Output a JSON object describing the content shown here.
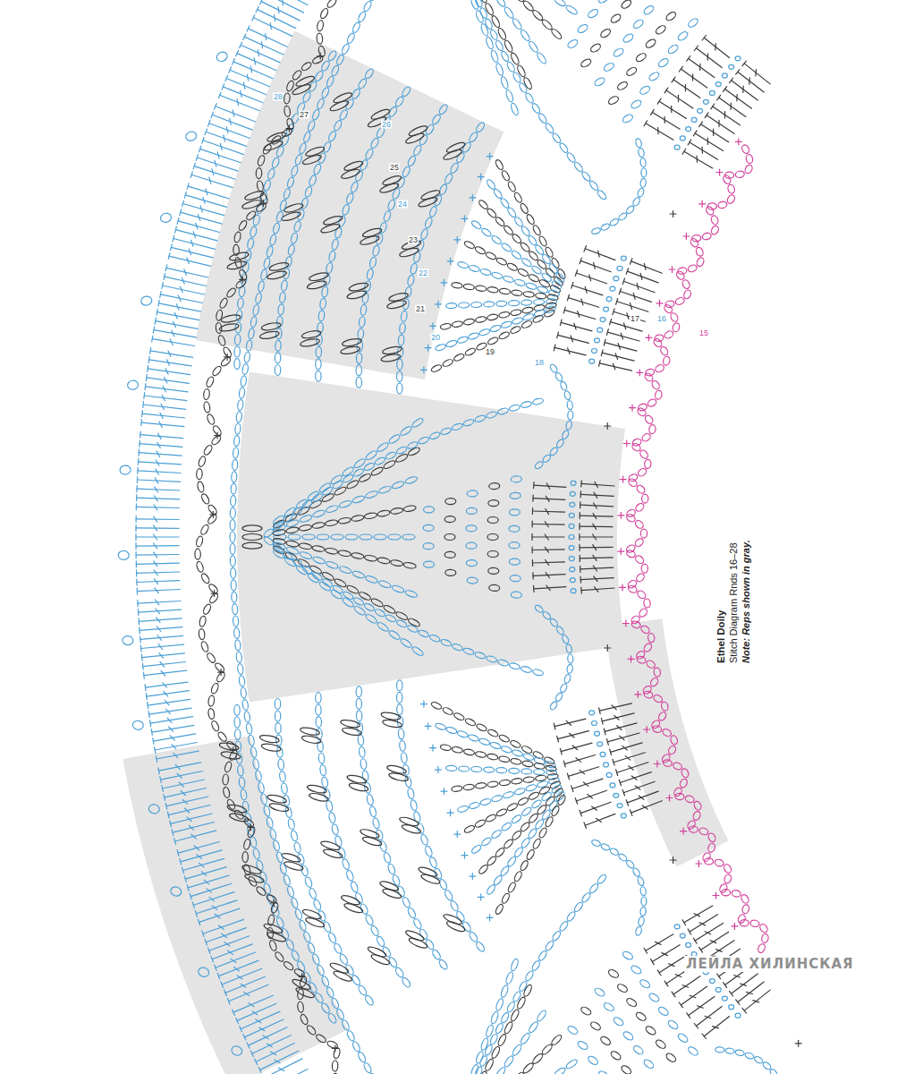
{
  "diagram": {
    "title": "Ethel Doily",
    "caption": "Stitch Diagram Rnds 16–28",
    "labels": [
      "Note: Reps shown in gray.",
      "15",
      "16",
      "17",
      "18",
      "19",
      "20",
      "21",
      "22",
      "23",
      "24",
      "25",
      "26",
      "27",
      "28",
      "ЛЕЙЛА ХИЛИНСКАЯ"
    ]
  }
}
